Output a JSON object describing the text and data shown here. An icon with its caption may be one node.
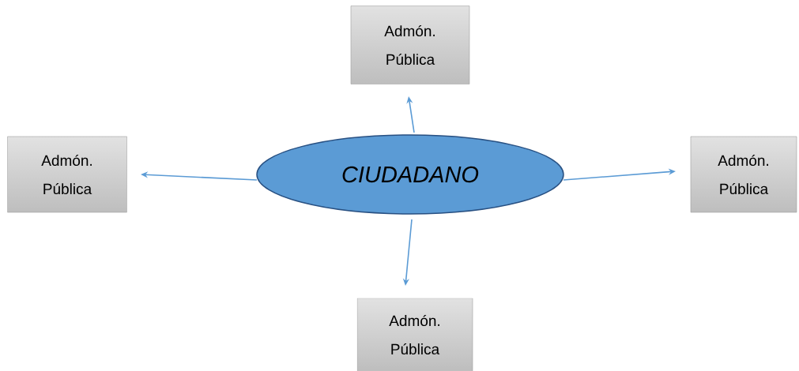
{
  "diagram": {
    "nodes": [
      {
        "text": [
          "Admón. Pública"
        ]
      },
      {
        "text": [
          "Admón. Pública"
        ]
      },
      {
        "text": [
          "CIUDADANO"
        ]
      },
      {
        "text": [
          "Admón. Pública"
        ]
      },
      {
        "text": [
          "Admón. Pública"
        ]
      }
    ],
    "edges": [
      {
        "from": 2,
        "to": 0,
        "arrow": "to"
      },
      {
        "from": 2,
        "to": 1,
        "arrow": "to"
      },
      {
        "from": 2,
        "to": 3,
        "arrow": "to"
      },
      {
        "from": 2,
        "to": 4,
        "arrow": "to"
      }
    ]
  }
}
